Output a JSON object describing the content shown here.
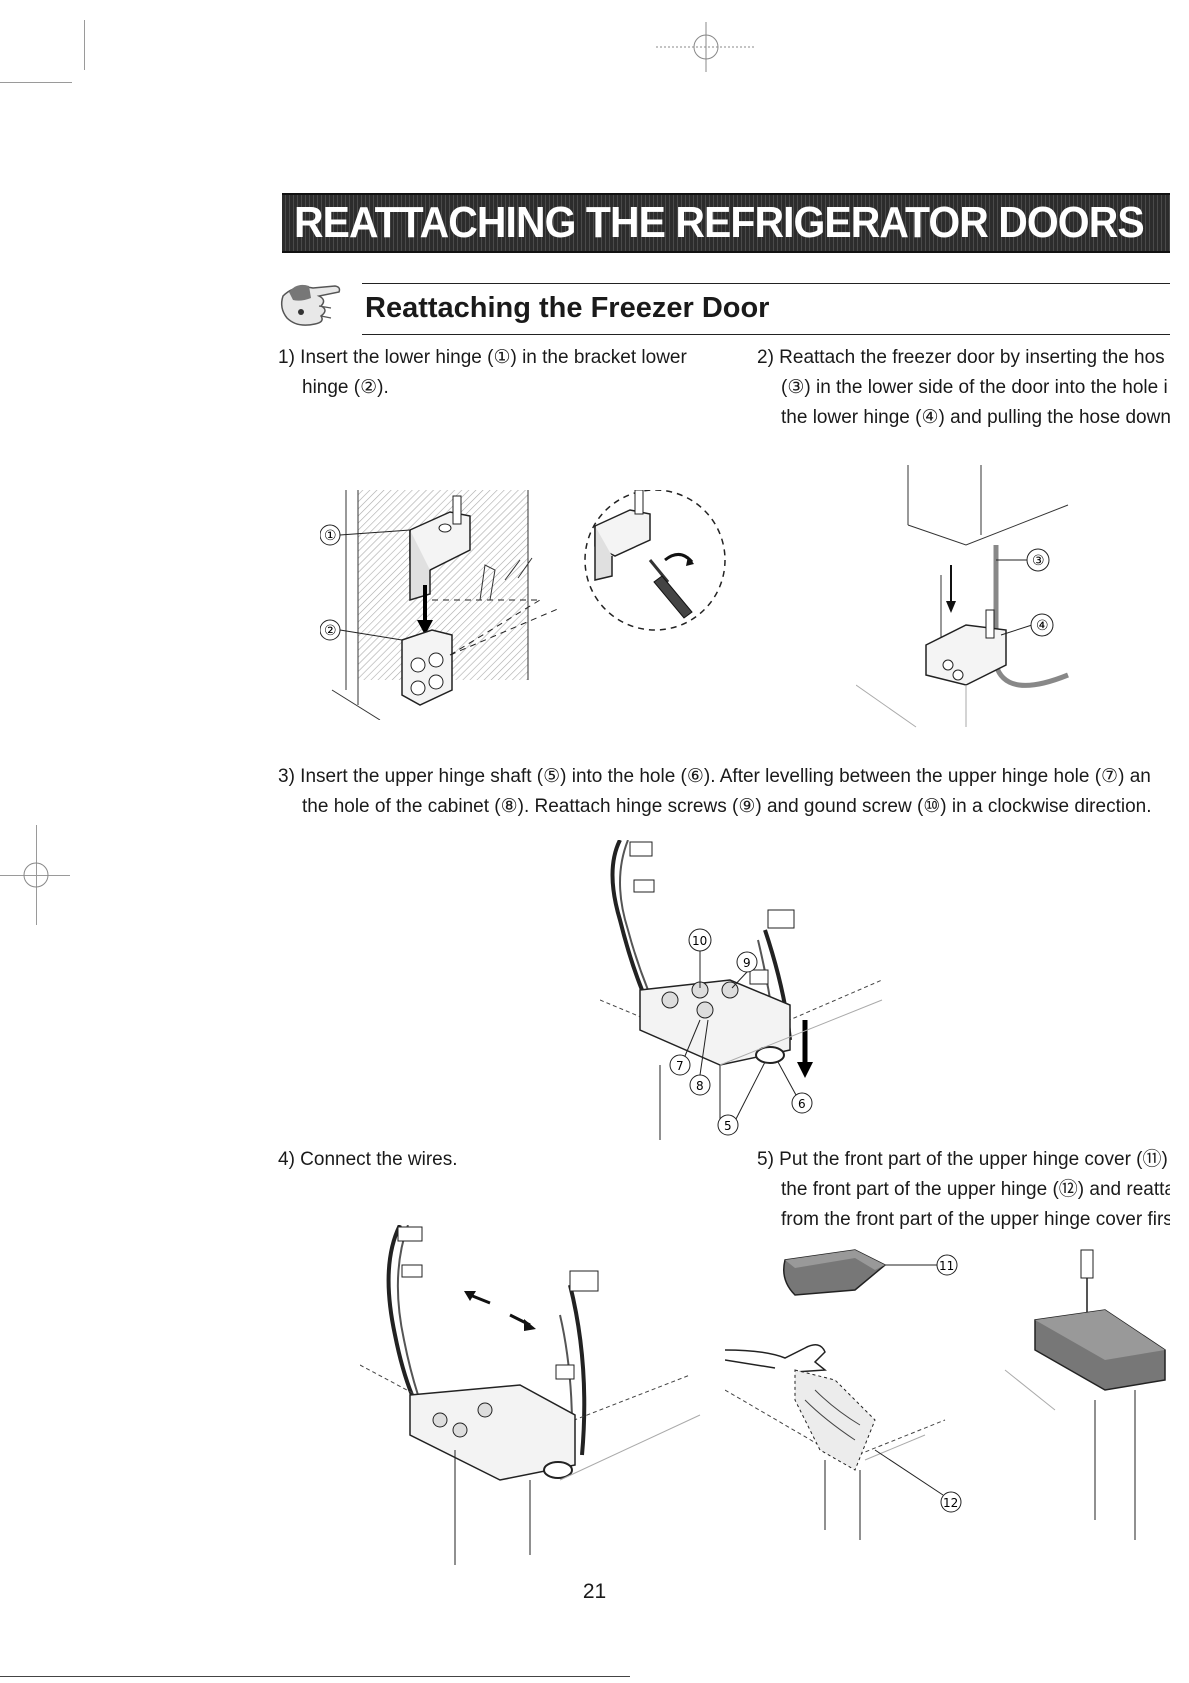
{
  "banner_title": "REATTACHING THE REFRIGERATOR DOORS",
  "section_title": "Reattaching the Freezer Door",
  "steps": [
    {
      "line1": "1) Insert the lower hinge (①) in the bracket lower",
      "line2": "hinge (②)."
    },
    {
      "line1": "2) Reattach the freezer door by inserting the hos",
      "line2": "(③) in the lower side of the door into the hole i",
      "line3": "the lower hinge (④) and pulling the hose down"
    },
    {
      "line1": "3) Insert the upper hinge shaft (⑤) into the hole (⑥). After levelling between the upper hinge hole (⑦) an",
      "line2": "the hole of the cabinet (⑧). Reattach hinge screws (⑨) and gound screw (⑩) in a clockwise direction."
    },
    {
      "line1": "4) Connect the wires."
    },
    {
      "line1": "5) Put the front part of the upper hinge cover (⑪)",
      "line2": "the front part of the upper hinge (⑫) and reatta",
      "line3": "from the front part of the upper hinge cover firs"
    }
  ],
  "callouts": {
    "fig1": [
      "①",
      "②"
    ],
    "fig2": [
      "③",
      "④"
    ],
    "fig3": [
      "10",
      "9",
      "7",
      "8",
      "5",
      "6"
    ],
    "fig5": [
      "11",
      "12"
    ]
  },
  "page_number": "21"
}
